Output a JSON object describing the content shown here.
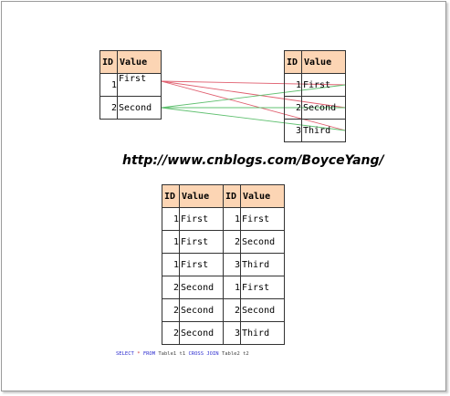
{
  "table1": {
    "headers": [
      "ID",
      "Value"
    ],
    "rows": [
      {
        "id": "1",
        "value": "First"
      },
      {
        "id": "2",
        "value": "Second"
      }
    ]
  },
  "table2": {
    "headers": [
      "ID",
      "Value"
    ],
    "rows": [
      {
        "id": "1",
        "value": "First"
      },
      {
        "id": "2",
        "value": "Second"
      },
      {
        "id": "3",
        "value": "Third"
      }
    ]
  },
  "result": {
    "headers": [
      "ID",
      "Value",
      "ID",
      "Value"
    ],
    "rows": [
      [
        "1",
        "First",
        "1",
        "First"
      ],
      [
        "1",
        "First",
        "2",
        "Second"
      ],
      [
        "1",
        "First",
        "3",
        "Third"
      ],
      [
        "2",
        "Second",
        "1",
        "First"
      ],
      [
        "2",
        "Second",
        "2",
        "Second"
      ],
      [
        "2",
        "Second",
        "3",
        "Third"
      ]
    ]
  },
  "watermark": "http://www.cnblogs.com/BoyceYang/",
  "sql": {
    "select": "SELECT",
    "star": "*",
    "from": "FROM",
    "t1": "Table1 t1",
    "cross": "CROSS",
    "join": "JOIN",
    "t2": "Table2 t2"
  },
  "colors": {
    "header_fill": "#fcd5b4",
    "row1_links": "#e06070",
    "row2_links": "#60c070"
  }
}
